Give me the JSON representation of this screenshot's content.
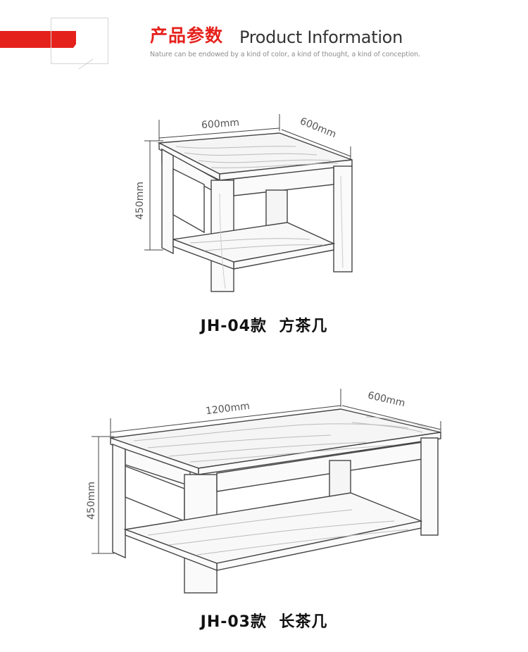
{
  "header": {
    "title_cn": "产品参数",
    "title_en": "Product Information",
    "subtitle": "Nature can be endowed by a kind of color, a kind of thought, a kind of conception.",
    "accent_color": "#e5211c"
  },
  "products": [
    {
      "model": "JH-04款",
      "name": "方茶几",
      "dims": {
        "width": "600mm",
        "depth": "600mm",
        "height": "450mm"
      }
    },
    {
      "model": "JH-03款",
      "name": "长茶几",
      "dims": {
        "width": "1200mm",
        "depth": "600mm",
        "height": "450mm"
      }
    }
  ]
}
